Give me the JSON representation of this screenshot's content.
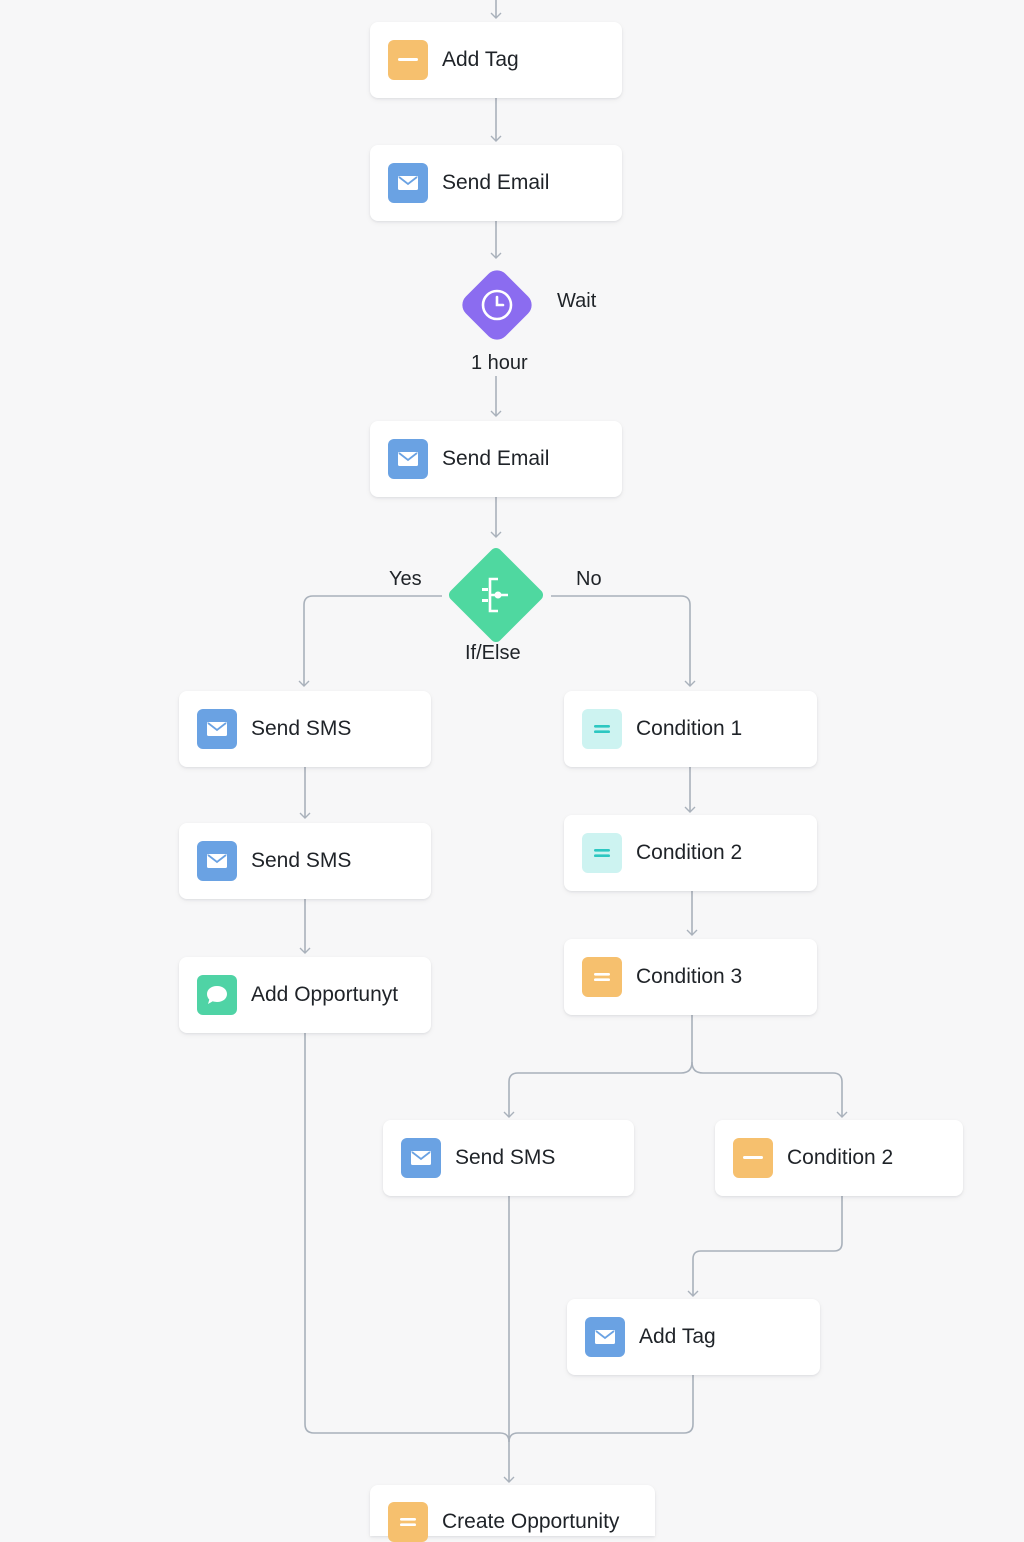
{
  "colors": {
    "wire": "#a9b1bb",
    "email": "#6aa2e3",
    "tag": "#f6c06e",
    "condition": "#cdf3f1",
    "opportunity": "#4fd3a5",
    "wait": "#8b6cf0",
    "branch": "#4fd8a0"
  },
  "nodes": {
    "add_tag_top": {
      "label": "Add Tag",
      "icon": "tag-icon"
    },
    "send_email_1": {
      "label": "Send Email",
      "icon": "email-icon"
    },
    "wait": {
      "label": "Wait",
      "duration": "1 hour",
      "icon": "clock-icon"
    },
    "send_email_2": {
      "label": "Send Email",
      "icon": "email-icon"
    },
    "if_else": {
      "label": "If/Else",
      "yes": "Yes",
      "no": "No",
      "icon": "branch-icon"
    },
    "send_sms_1": {
      "label": "Send SMS",
      "icon": "email-icon"
    },
    "send_sms_2": {
      "label": "Send SMS",
      "icon": "email-icon"
    },
    "add_opportunity": {
      "label": "Add Opportunyt",
      "icon": "chat-bubble-icon"
    },
    "condition_1": {
      "label": "Condition 1",
      "icon": "equals-icon"
    },
    "condition_2": {
      "label": "Condition 2",
      "icon": "equals-icon"
    },
    "condition_3": {
      "label": "Condition 3",
      "icon": "equals-icon"
    },
    "send_sms_3": {
      "label": "Send SMS",
      "icon": "email-icon"
    },
    "condition_2b": {
      "label": "Condition 2",
      "icon": "tag-icon"
    },
    "add_tag_bottom": {
      "label": "Add Tag",
      "icon": "email-icon"
    },
    "create_opportunity": {
      "label": "Create Opportunity",
      "icon": "equals-icon"
    }
  }
}
